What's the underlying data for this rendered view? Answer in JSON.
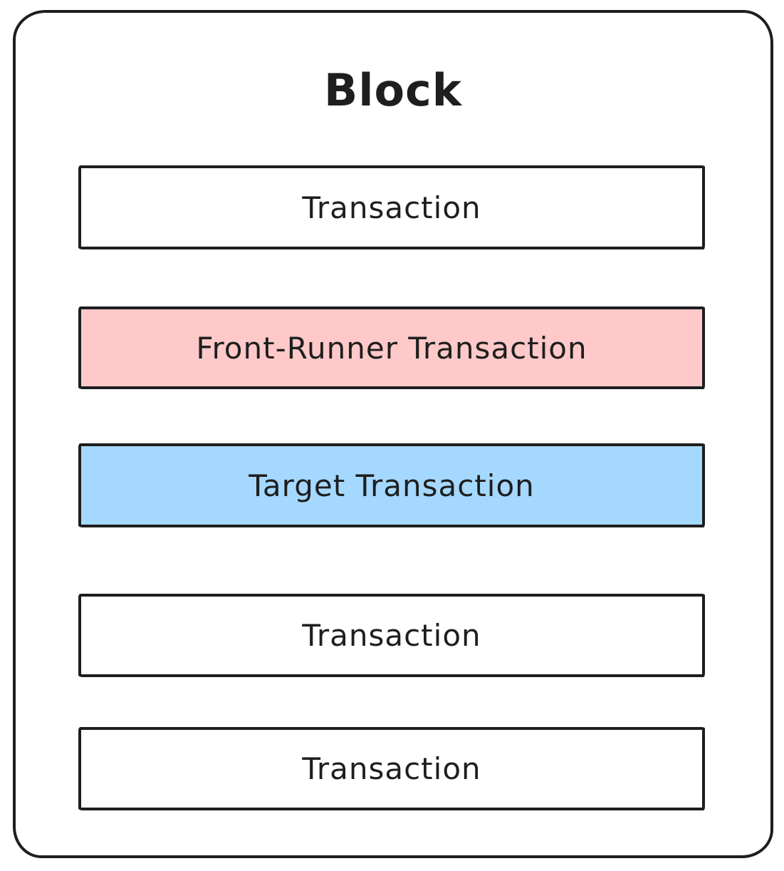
{
  "diagram": {
    "title": "Block",
    "colors": {
      "stroke": "#1e1e1e",
      "text": "#1e1e1e",
      "background": "#ffffff",
      "front_runner_fill": "#ffc9c9",
      "target_fill": "#a5d8ff",
      "normal_fill": "#ffffff"
    },
    "transactions": [
      {
        "label": "Transaction",
        "fill": "#ffffff"
      },
      {
        "label": "Front-Runner Transaction",
        "fill": "#ffc9c9"
      },
      {
        "label": "Target Transaction",
        "fill": "#a5d8ff"
      },
      {
        "label": "Transaction",
        "fill": "#ffffff"
      },
      {
        "label": "Transaction",
        "fill": "#ffffff"
      }
    ]
  }
}
